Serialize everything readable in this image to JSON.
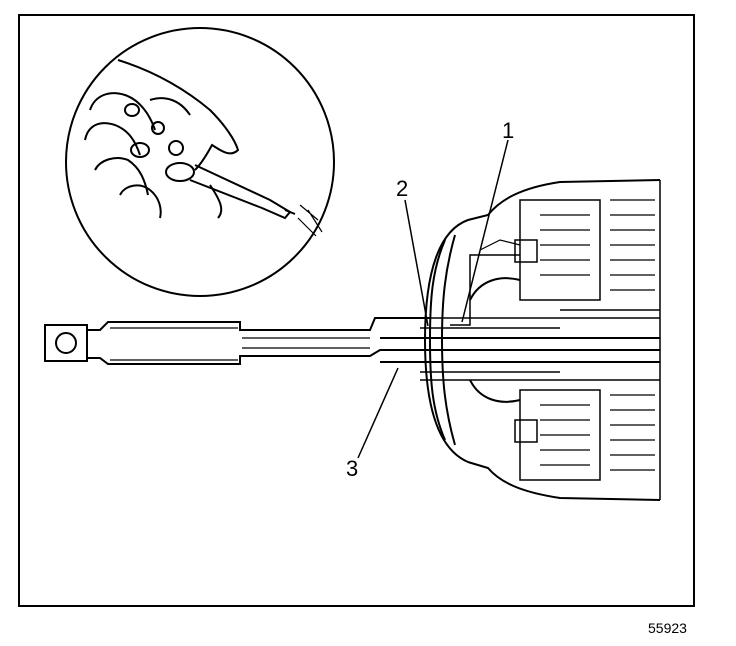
{
  "figure": {
    "callouts": [
      "1",
      "2",
      "3"
    ],
    "figure_id": "55923"
  },
  "colors": {
    "ink": "#000000",
    "paper": "#ffffff"
  }
}
